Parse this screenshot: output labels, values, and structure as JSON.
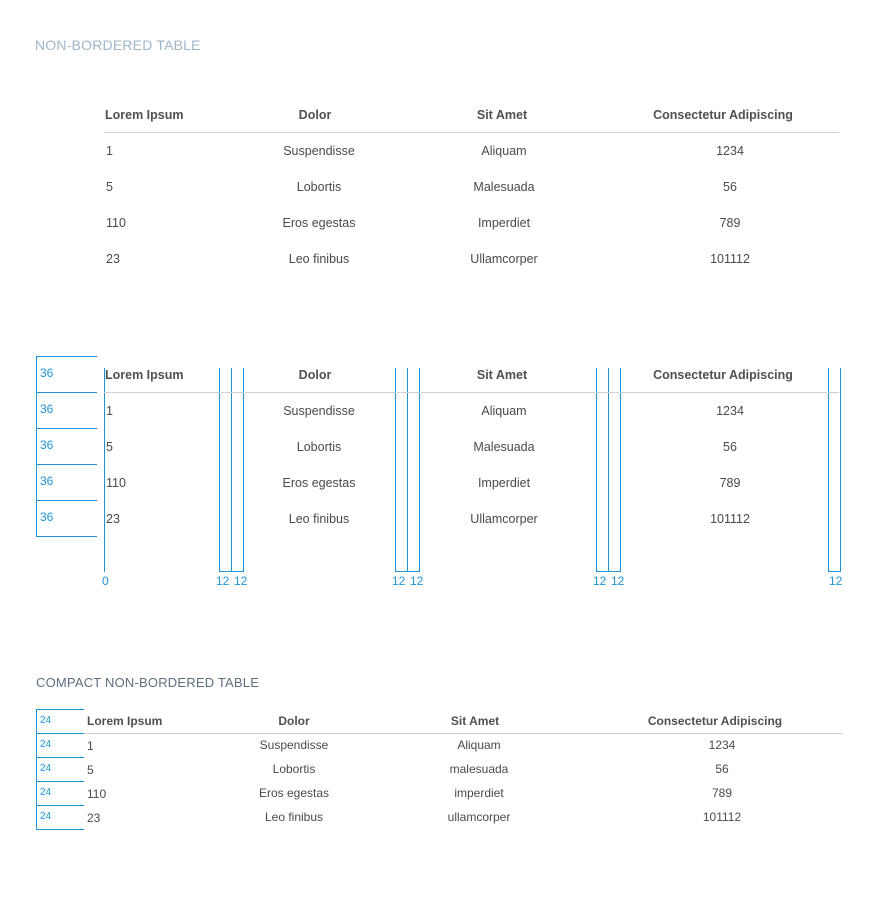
{
  "titles": {
    "non_bordered": "NON-BORDERED TABLE",
    "compact": "COMPACT NON-BORDERED TABLE"
  },
  "table": {
    "headers": [
      "Lorem Ipsum",
      "Dolor",
      "Sit Amet",
      "Consectetur Adipiscing"
    ],
    "rows": [
      [
        "1",
        "Suspendisse",
        "Aliquam",
        "1234"
      ],
      [
        "5",
        "Lobortis",
        "Malesuada",
        "56"
      ],
      [
        "110",
        "Eros egestas",
        "Imperdiet",
        "789"
      ],
      [
        "23",
        "Leo finibus",
        "Ullamcorper",
        "101112"
      ]
    ]
  },
  "spec": {
    "row_height_label": "36",
    "start_label": "0",
    "gap_label": "12"
  },
  "compact_table": {
    "headers": [
      "Lorem Ipsum",
      "Dolor",
      "Sit Amet",
      "Consectetur Adipiscing"
    ],
    "rows": [
      [
        "1",
        "Suspendisse",
        "Aliquam",
        "1234"
      ],
      [
        "5",
        "Lobortis",
        "malesuada",
        "56"
      ],
      [
        "110",
        "Eros egestas",
        "imperdiet",
        "789"
      ],
      [
        "23",
        "Leo finibus",
        "ullamcorper",
        "101112"
      ]
    ],
    "row_height_label": "24"
  },
  "colors": {
    "spec_blue": "#1f93d6",
    "title_light": "#9fb6c8",
    "title_dark": "#5c6f80"
  }
}
